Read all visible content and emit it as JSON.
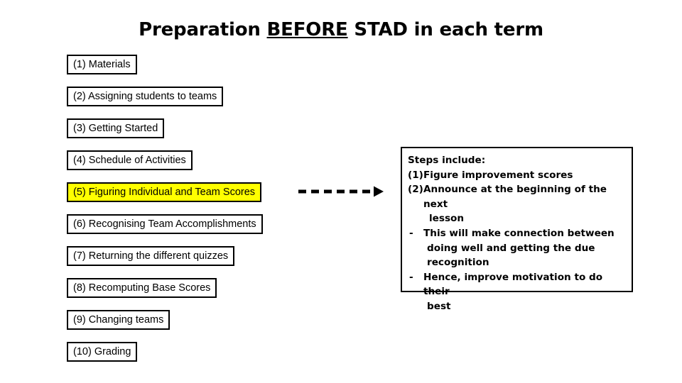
{
  "slide": {
    "title_part1": "Preparation ",
    "title_emphasis": "BEFORE",
    "title_part2": " STAD in each term"
  },
  "steps": {
    "items": [
      {
        "label": "(1) Materials",
        "highlight": false
      },
      {
        "label": "(2) Assigning students to teams",
        "highlight": false
      },
      {
        "label": "(3) Getting Started",
        "highlight": false
      },
      {
        "label": "(4) Schedule of Activities",
        "highlight": false
      },
      {
        "label": "(5) Figuring Individual and Team Scores",
        "highlight": true
      },
      {
        "label": "(6) Recognising Team Accomplishments",
        "highlight": false
      },
      {
        "label": "(7) Returning the different quizzes",
        "highlight": false
      },
      {
        "label": "(8) Recomputing Base Scores",
        "highlight": false
      },
      {
        "label": "(9) Changing teams",
        "highlight": false
      },
      {
        "label": "(10) Grading",
        "highlight": false
      }
    ],
    "highlight_color": "#FFFF00",
    "border_color": "#000000"
  },
  "connector": {
    "style": "dashed-arrow-right",
    "from": "(5) Figuring Individual and Team Scores",
    "to": "Steps include panel"
  },
  "detail_panel": {
    "heading": "Steps include:",
    "lines": [
      {
        "marker": "(1)",
        "text": "Figure improvement scores"
      },
      {
        "marker": "(2)",
        "text": "Announce at the beginning of the next"
      },
      {
        "marker": "",
        "text": "lesson",
        "continuation": true
      },
      {
        "marker": "-",
        "text": "This will make connection between"
      },
      {
        "marker": "",
        "text": "doing well and getting the due",
        "continuation": true
      },
      {
        "marker": "",
        "text": "recognition",
        "continuation": true
      },
      {
        "marker": "-",
        "text": "Hence, improve motivation to do their"
      },
      {
        "marker": "",
        "text": "best",
        "continuation": true
      }
    ]
  }
}
